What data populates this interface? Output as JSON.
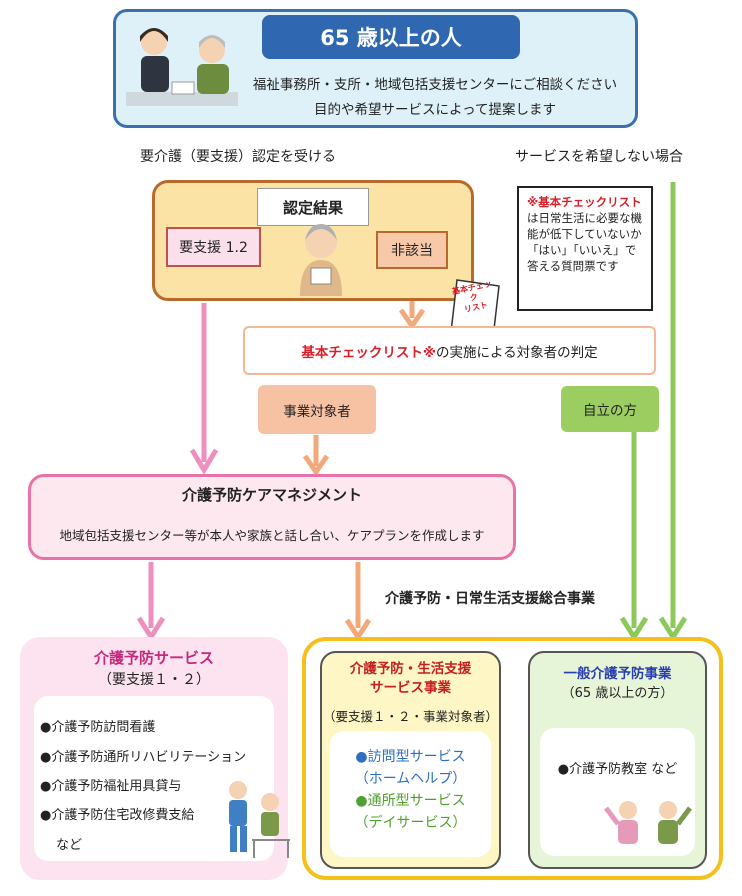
{
  "top": {
    "title": "65 歳以上の人",
    "line1": "福祉事務所・支所・地域包括支援センターにご相談ください",
    "line2": "目的や希望サービスによって提案します"
  },
  "labels": {
    "left": "要介護（要支援）認定を受ける",
    "right": "サービスを希望しない場合"
  },
  "certification": {
    "title": "認定結果",
    "support": "要支援 1.2",
    "not_applicable": "非該当"
  },
  "note": {
    "title": "※基本チェックリスト",
    "body": "は日常生活に必要な機能が低下していないか「はい」「いいえ」で答える質問票です"
  },
  "paper_label": "基本チェック\nリスト",
  "judgement": {
    "red_text": "基本チェックリスト※",
    "rest_text": "の実施による対象者の判定"
  },
  "target": "事業対象者",
  "independent": "自立の方",
  "care_management": {
    "title": "介護予防ケアマネジメント",
    "description": "地域包括支援センター等が本人や家族と話し合い、ケアプランを作成します"
  },
  "general_label": "介護予防・日常生活支援総合事業",
  "prevention_service": {
    "title": "介護予防サービス",
    "subtitle": "（要支援１・２）",
    "items": [
      "●介護予防訪問看護",
      "●介護予防通所リハビリテーション",
      "●介護予防福祉用具貸与",
      "●介護予防住宅改修費支給"
    ],
    "etc": "など"
  },
  "life_support": {
    "title_line1": "介護予防・生活支援",
    "title_line2": "サービス事業",
    "subtitle": "（要支援１・２・事業対象者）",
    "visit_line1": "●訪問型サービス",
    "visit_line2": "（ホームヘルプ）",
    "day_line1": "●通所型サービス",
    "day_line2": "（デイサービス）"
  },
  "general_prevention": {
    "title": "一般介護予防事業",
    "subtitle": "（65 歳以上の方）",
    "item": "●介護予防教室 など"
  },
  "colors": {
    "blue": "#2f67b0",
    "pink": "#e873a8",
    "orange": "#f2a878",
    "green": "#8cc85a",
    "yellow": "#f3c01c",
    "red": "#d8202a"
  }
}
